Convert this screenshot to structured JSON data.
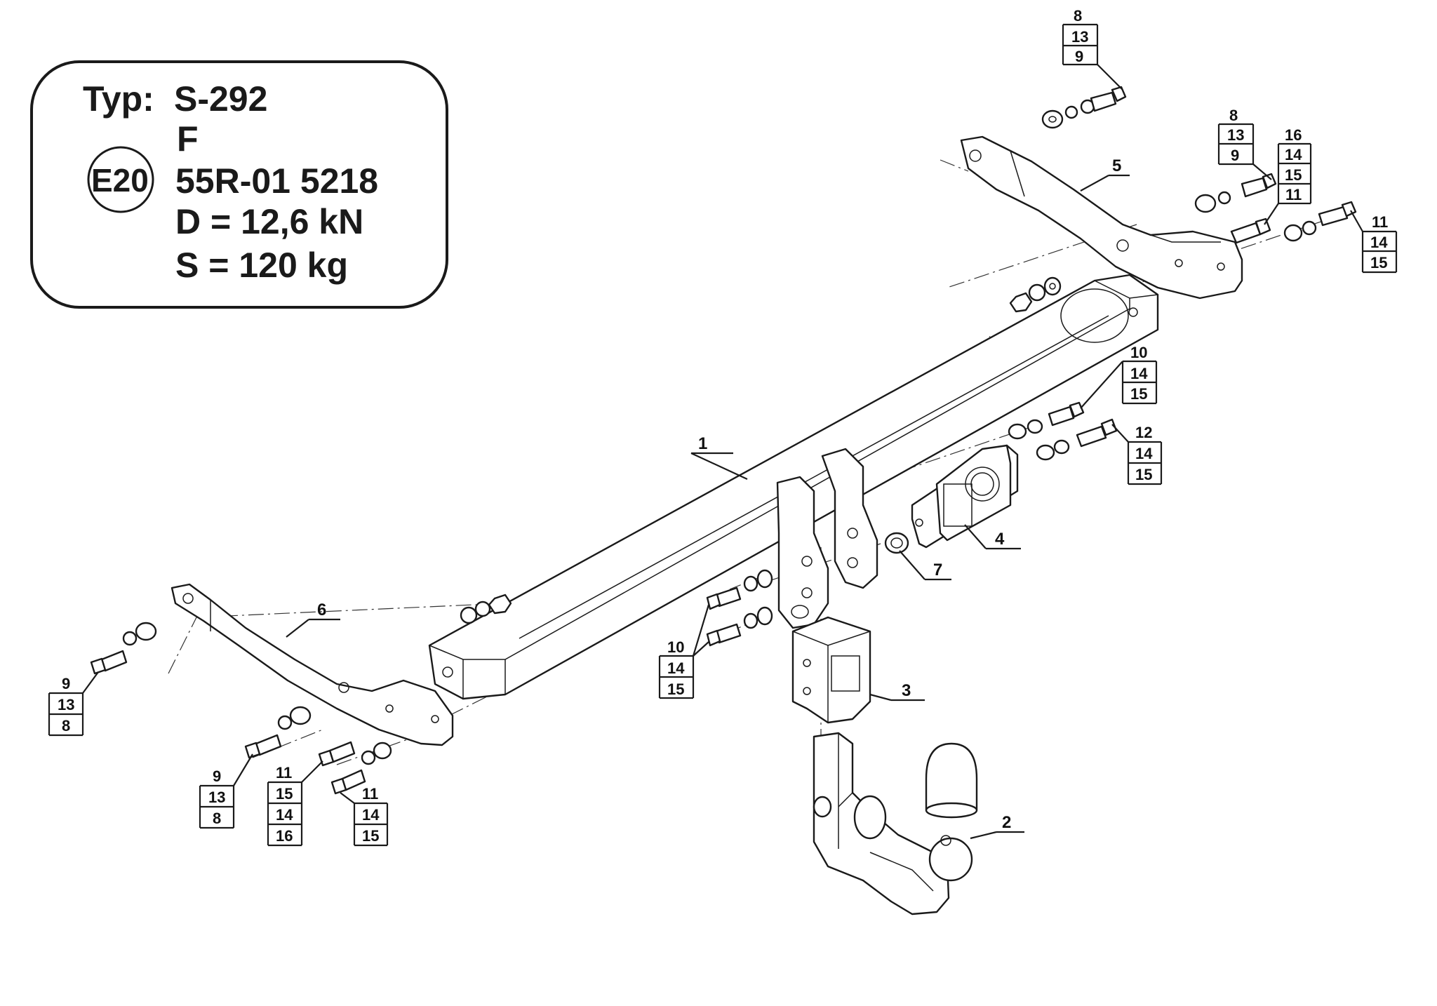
{
  "spec": {
    "type_label": "Typ:",
    "type_value": "S-292",
    "class": "F",
    "approval_mark": "E20",
    "approval_number": "55R-01 5218",
    "d_value": "D = 12,6 kN",
    "s_value": "S = 120 kg"
  },
  "parts": [
    {
      "id": "1"
    },
    {
      "id": "2"
    },
    {
      "id": "3"
    },
    {
      "id": "4"
    },
    {
      "id": "5"
    },
    {
      "id": "6"
    },
    {
      "id": "7"
    }
  ],
  "callout_stacks": [
    {
      "items": [
        "8",
        "13",
        "9"
      ]
    },
    {
      "items": [
        "8",
        "13",
        "9"
      ]
    },
    {
      "items": [
        "16",
        "14",
        "15",
        "11"
      ]
    },
    {
      "items": [
        "11",
        "14",
        "15"
      ]
    },
    {
      "items": [
        "10",
        "14",
        "15"
      ]
    },
    {
      "items": [
        "12",
        "14",
        "15"
      ]
    },
    {
      "items": [
        "10",
        "14",
        "15"
      ]
    },
    {
      "items": [
        "9",
        "13",
        "8"
      ]
    },
    {
      "items": [
        "9",
        "13",
        "8"
      ]
    },
    {
      "items": [
        "11",
        "15",
        "14",
        "16"
      ]
    },
    {
      "items": [
        "11",
        "14",
        "15"
      ]
    }
  ]
}
